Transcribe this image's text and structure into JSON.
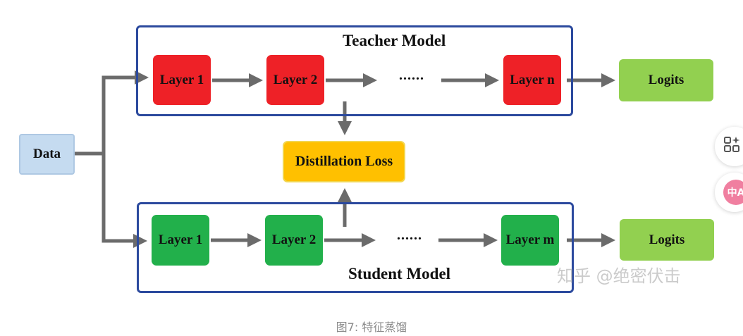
{
  "teacher": {
    "title": "Teacher Model",
    "layers": [
      "Layer 1",
      "Layer 2",
      "Layer n"
    ],
    "dots": "......",
    "output": "Logits"
  },
  "student": {
    "title": "Student Model",
    "layers": [
      "Layer 1",
      "Layer 2",
      "Layer m"
    ],
    "dots": "......",
    "output": "Logits"
  },
  "input_label": "Data",
  "loss_label": "Distillation Loss",
  "watermark": "知乎 @绝密伏击",
  "caption": "图7: 特征蒸馏",
  "side_buttons": [
    {
      "icon": "grid-sparkle-icon"
    },
    {
      "icon": "translate-icon",
      "text": "中A"
    }
  ],
  "colors": {
    "teacher_layer": "#ee2127",
    "student_layer": "#22b04b",
    "logits": "#92d050",
    "loss": "#ffc000",
    "data": "#c5dbf0",
    "frame": "#2c4a9e",
    "arrow": "#6b6b6b"
  }
}
